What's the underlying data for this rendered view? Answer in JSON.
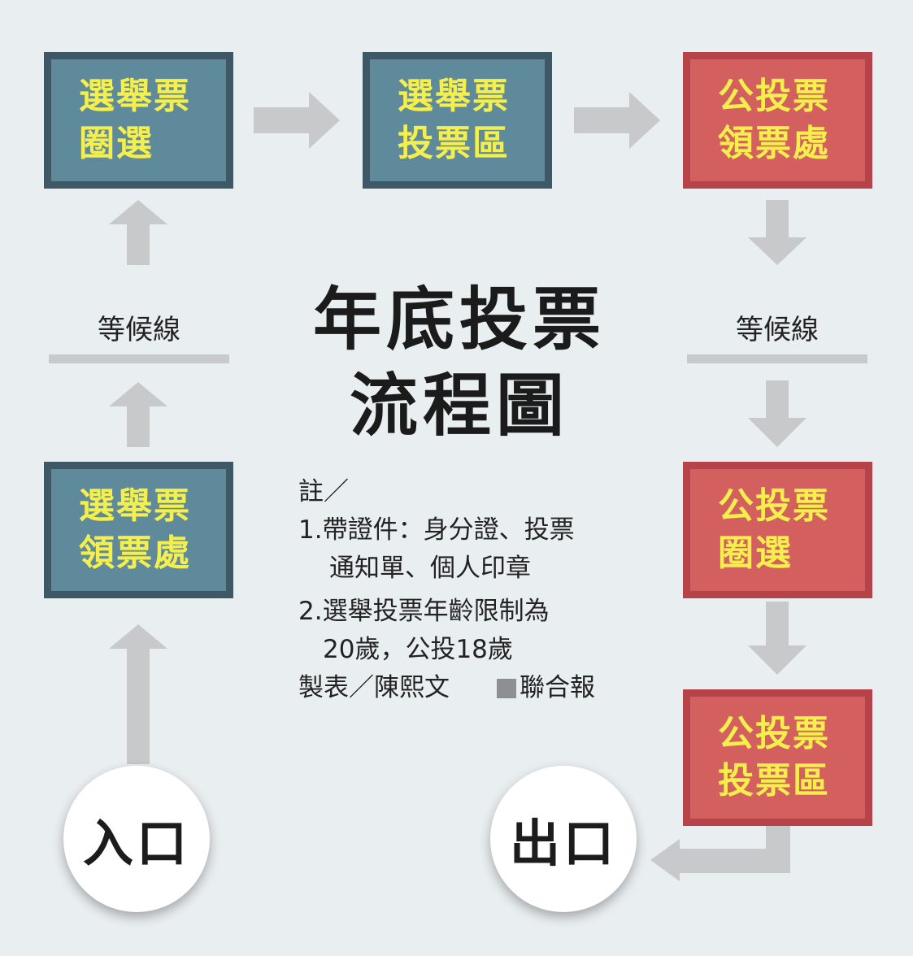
{
  "title": {
    "line1": "年底投票",
    "line2": "流程圖"
  },
  "boxes": {
    "election_vote_mark": {
      "line1": "選舉票",
      "line2": "圈選"
    },
    "election_ballot_box": {
      "line1": "選舉票",
      "line2": "投票區"
    },
    "referendum_collect": {
      "line1": "公投票",
      "line2": "領票處"
    },
    "election_collect": {
      "line1": "選舉票",
      "line2": "領票處"
    },
    "referendum_vote_mark": {
      "line1": "公投票",
      "line2": "圈選"
    },
    "referendum_ballot_box": {
      "line1": "公投票",
      "line2": "投票區"
    }
  },
  "waiting_line_left": "等候線",
  "waiting_line_right": "等候線",
  "entrance": "入口",
  "exit": "出口",
  "notes": {
    "heading": "註／",
    "item1_line1": "1.帶證件：身分證、投票",
    "item1_line2": "通知單、個人印章",
    "item2_line1": "2.選舉投票年齡限制為",
    "item2_line2": "20歲，公投18歲",
    "credit_maker": "製表／陳熙文",
    "credit_source": "聯合報"
  },
  "colors": {
    "background": "#e9eef0",
    "election_fill": "#5f8a9b",
    "election_border": "#3e5866",
    "referendum_fill": "#d45f5f",
    "referendum_border": "#b54349",
    "box_text": "#f5ef4e",
    "arrow": "#c7c9ca"
  }
}
